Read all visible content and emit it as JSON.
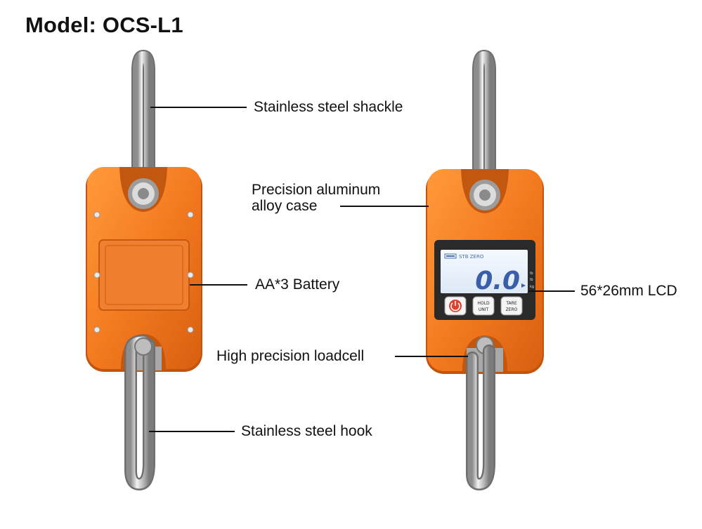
{
  "title": "Model: OCS-L1",
  "labels": {
    "shackle": "Stainless steel shackle",
    "case_line1": "Precision aluminum",
    "case_line2": "alloy case",
    "battery": "AA*3 Battery",
    "lcd": "56*26mm LCD",
    "loadcell": "High precision loadcell",
    "hook": "Stainless steel hook"
  },
  "display": {
    "status": "STB ZERO",
    "reading": "0.0",
    "units": [
      "lb",
      "lb",
      "kg"
    ]
  },
  "buttons": {
    "hold_top": "HOLD",
    "hold_bottom": "UNIT",
    "tare_top": "TARE",
    "tare_bottom": "ZERO"
  },
  "colors": {
    "case": "#f47a20",
    "steel": "#c9c9c9",
    "lcd": "#e9f2fb",
    "power": "#e04030"
  }
}
